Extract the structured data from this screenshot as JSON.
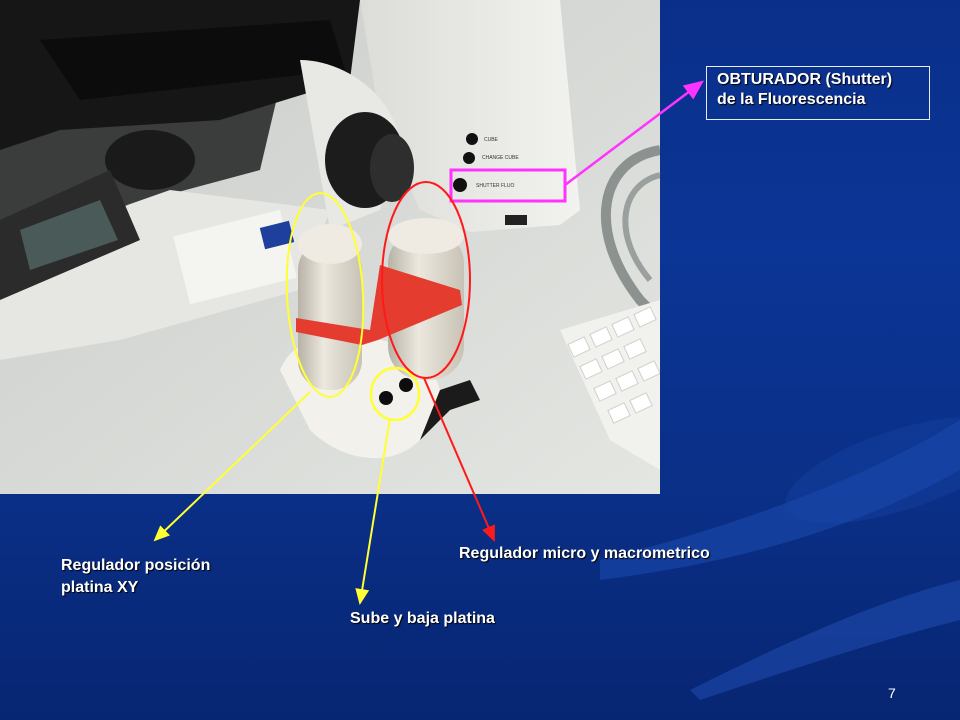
{
  "labels": {
    "shutter_line1": "OBTURADOR (Shutter)",
    "shutter_line2": "de la Fluorescencia",
    "xy_line1": "Regulador posición",
    "xy_line2": "platina XY",
    "micro_macro": "Regulador micro y macrometrico",
    "stage_updown": "Sube y baja platina"
  },
  "photo": {
    "button_labels": [
      "CUBE",
      "CHANGE CUBE",
      "SHUTTER FLUO"
    ]
  },
  "slide_number": "7",
  "colors": {
    "background": "#0b3596",
    "shutter_marker": "#ff33ff",
    "xy_marker": "#ffff33",
    "micro_macro_marker": "#ff1a1a"
  }
}
